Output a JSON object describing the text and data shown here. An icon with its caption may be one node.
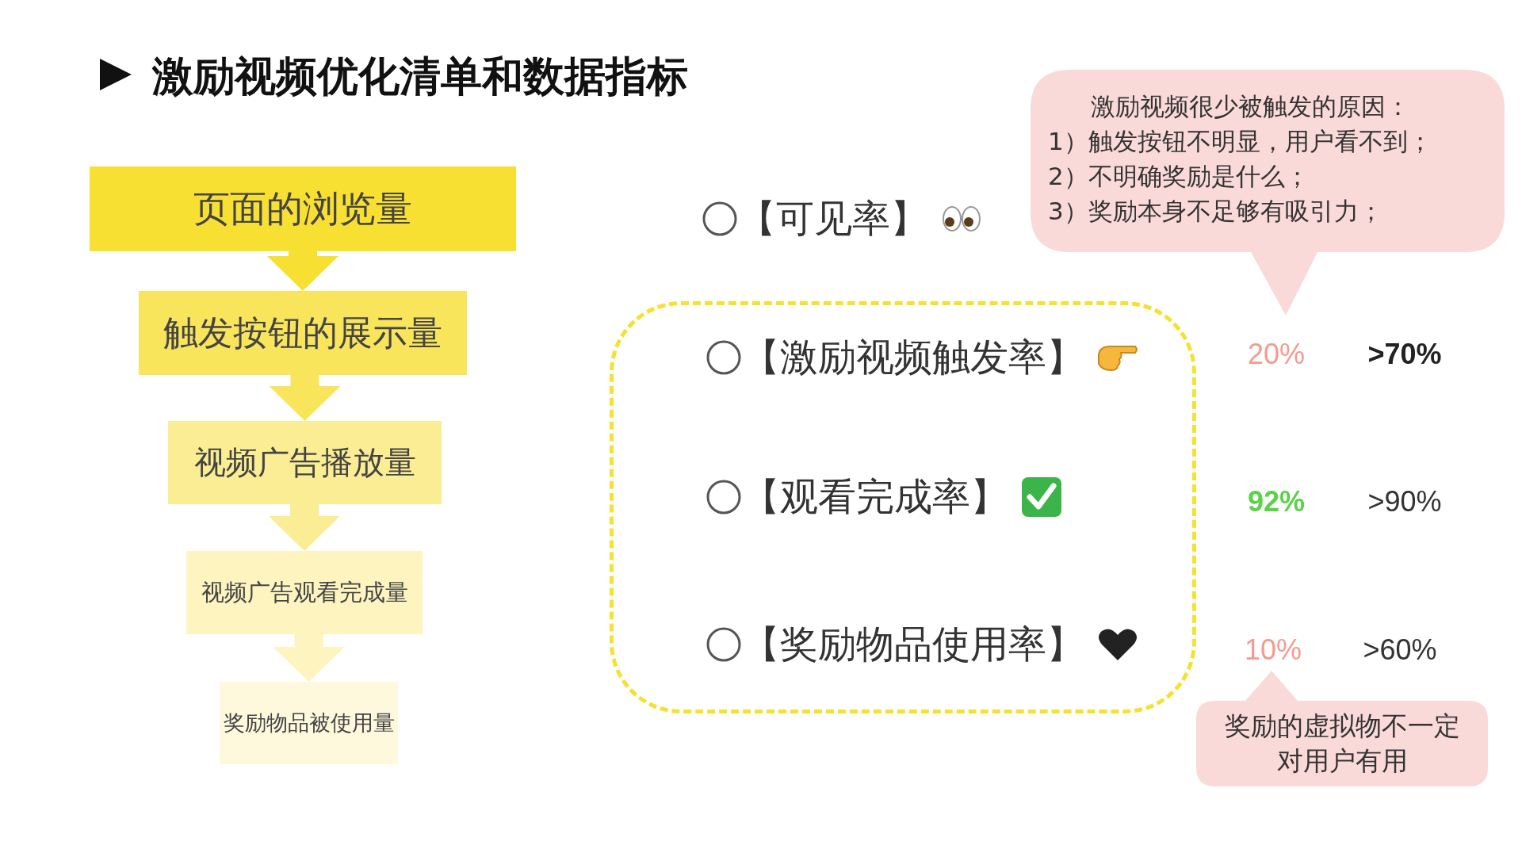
{
  "diagram": {
    "title": "激励视频优化清单和数据指标",
    "nodes": [
      {
        "text": [
          "页面的浏览量"
        ]
      },
      {
        "text": [
          "触发按钮的展示量"
        ]
      },
      {
        "text": [
          "视频广告播放量"
        ]
      },
      {
        "text": [
          "视频广告观看完成量"
        ]
      },
      {
        "text": [
          "奖励物品被使用量"
        ]
      },
      {
        "text": [
          "【可见率】"
        ]
      },
      {
        "text": [],
        "shape": "box"
      },
      {
        "text": [
          "【激励视频触发率】"
        ],
        "in": 6
      },
      {
        "text": [
          "【观看完成率】"
        ],
        "in": 6
      },
      {
        "text": [
          "【奖励物品使用率】"
        ],
        "in": 6
      },
      {
        "text": [
          "激励视频很少被触发的原因：",
          "1）触发按钮不明显，用户看不到；",
          "2）不明确奖励是什么；",
          "3）奖励本身不足够有吸引力；"
        ]
      },
      {
        "text": [
          "奖励的虚拟物不一定对用户有用"
        ]
      }
    ],
    "edges": [
      {
        "from": 0,
        "to": 1,
        "arrow": "to",
        "color": "#f8e033"
      },
      {
        "from": 1,
        "to": 2,
        "arrow": "to",
        "color": "#f9e55c"
      },
      {
        "from": 2,
        "to": 3,
        "arrow": "to",
        "color": "#fbed93"
      },
      {
        "from": 3,
        "to": 4,
        "arrow": "to",
        "color": "#fdf4c0"
      }
    ],
    "labels": [
      "20%",
      ">70%",
      "92%",
      ">90%",
      "10%",
      ">60%"
    ]
  }
}
